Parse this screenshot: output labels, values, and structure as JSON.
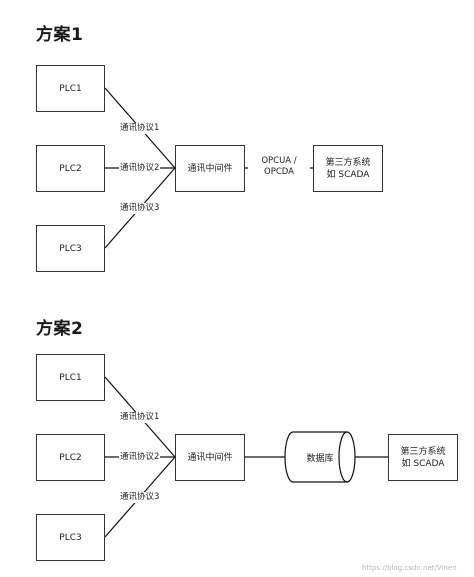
{
  "scheme1": {
    "title": "方案1",
    "plcs": [
      "PLC1",
      "PLC2",
      "PLC3"
    ],
    "protocols": [
      "通讯协议1",
      "通讯协议2",
      "通讯协议3"
    ],
    "middleware": "通讯中间件",
    "edge_label": [
      "OPCUA /",
      "OPCDA"
    ],
    "third_party": [
      "第三方系统",
      "如 SCADA"
    ]
  },
  "scheme2": {
    "title": "方案2",
    "plcs": [
      "PLC1",
      "PLC2",
      "PLC3"
    ],
    "protocols": [
      "通讯协议1",
      "通讯协议2",
      "通讯协议3"
    ],
    "middleware": "通讯中间件",
    "database": "数据库",
    "third_party": [
      "第三方系统",
      "如 SCADA"
    ]
  },
  "watermark": "https://blog.csdn.net/Vinen"
}
